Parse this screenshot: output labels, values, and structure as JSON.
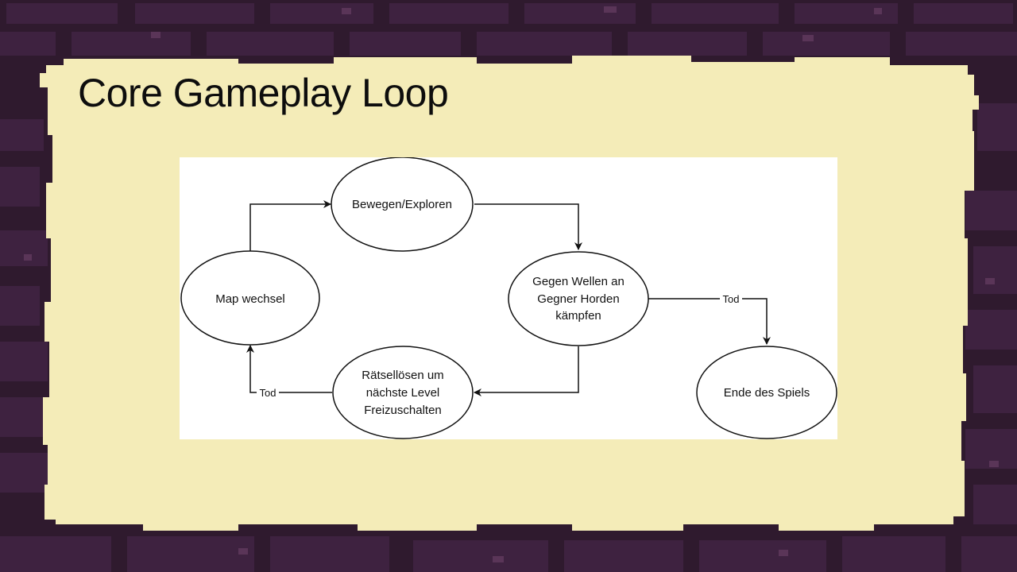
{
  "slide": {
    "title": "Core Gameplay Loop"
  },
  "diagram": {
    "nodes": {
      "move": "Bewegen/Exploren",
      "fight_line1": "Gegen Wellen an",
      "fight_line2": "Gegner Horden",
      "fight_line3": "kämpfen",
      "puzzle_line1": "Rätsellösen um",
      "puzzle_line2": "nächste Level",
      "puzzle_line3": "Freizuschalten",
      "map": "Map wechsel",
      "end": "Ende des Spiels"
    },
    "edges": {
      "death_to_end": "Tod",
      "puzzle_to_map": "Tod"
    }
  },
  "colors": {
    "parchment": "#f4ecb8",
    "brick_dark": "#2f1a2e",
    "brick_mid": "#3e2240",
    "brick_light": "#5a3558"
  }
}
